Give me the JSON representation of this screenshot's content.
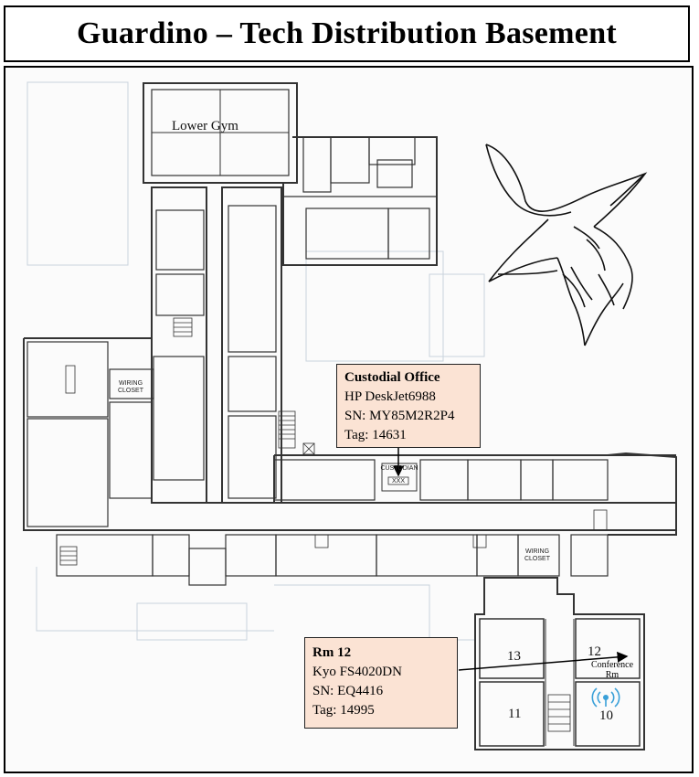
{
  "title": "Guardino – Tech Distribution Basement",
  "rooms": {
    "lower_gym": "Lower Gym",
    "wiring_closet_1": [
      "WIRING",
      "CLOSET"
    ],
    "wiring_closet_2": [
      "WIRING",
      "CLOSET"
    ],
    "custodian": "CUSTODIAN",
    "custodian_box": "XXX",
    "r13": "13",
    "r12": "12",
    "r11": "11",
    "r10": "10",
    "conference": [
      "Conference",
      "Rm"
    ]
  },
  "callouts": {
    "custodial": {
      "heading": "Custodial Office",
      "line1": "HP DeskJet6988",
      "line2": "SN:  MY85M2R2P4",
      "line3": "Tag:  14631"
    },
    "rm12": {
      "heading": "Rm 12",
      "line1": "Kyo FS4020DN",
      "line2": "SN: EQ4416",
      "line3": "Tag:  14995"
    }
  },
  "icons": {
    "logo": "viking-helmet-logo",
    "wifi": "wifi-access-point-icon"
  },
  "colors": {
    "callout_fill": "#fbe3d4",
    "wifi": "#3aa0d8"
  }
}
